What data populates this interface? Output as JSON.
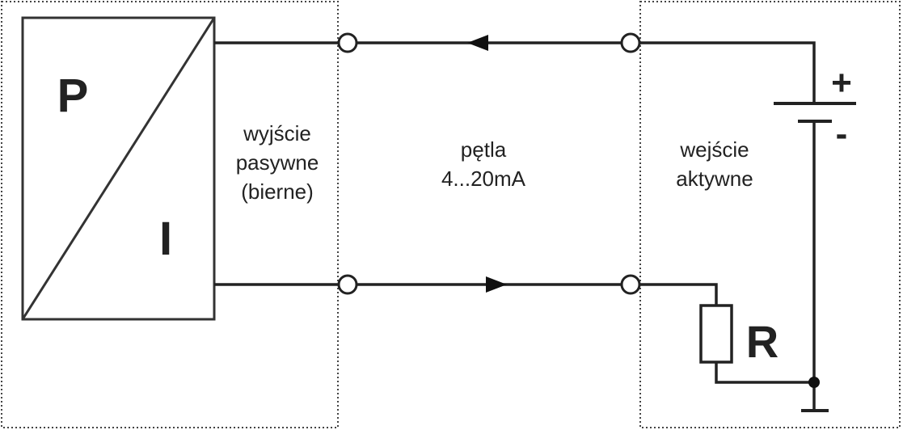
{
  "converter": {
    "top_letter": "P",
    "bottom_letter": "I"
  },
  "labels": {
    "output_line1": "wyjście",
    "output_line2": "pasywne",
    "output_line3": "(bierne)",
    "loop_line1": "pętla",
    "loop_line2": "4...20mA",
    "input_line1": "wejście",
    "input_line2": "aktywne"
  },
  "battery": {
    "plus": "+",
    "minus": "-"
  },
  "resistor": {
    "label": "R"
  }
}
